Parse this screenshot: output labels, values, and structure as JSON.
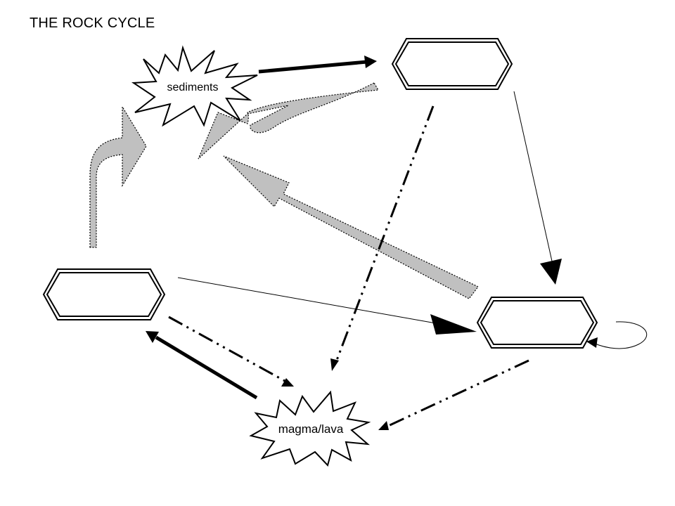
{
  "title": "THE ROCK CYCLE",
  "nodes": {
    "sediments": {
      "label": "sediments"
    },
    "magma": {
      "label": "magma/lava"
    }
  },
  "colors": {
    "ink": "#000000",
    "arrow_fill": "#c0c0c0",
    "background": "#ffffff"
  }
}
